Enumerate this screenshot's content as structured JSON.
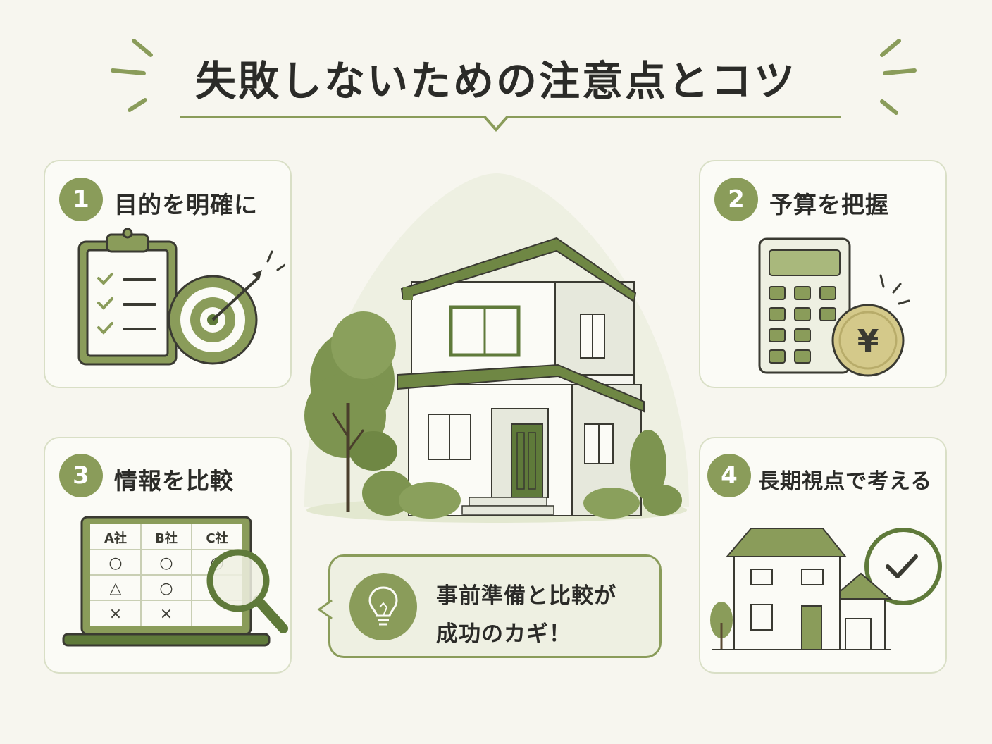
{
  "header": {
    "title": "失敗しないための注意点とコツ"
  },
  "colors": {
    "accent": "#8a9c5a",
    "accent_dark": "#5f7a3a",
    "background": "#f7f6ef",
    "card_border": "#d9dfc6",
    "coin": "#d4c98a"
  },
  "points": [
    {
      "number": "1",
      "label": "目的を明確に",
      "icon": "clipboard-target-icon"
    },
    {
      "number": "2",
      "label": "予算を把握",
      "icon": "calculator-yen-icon"
    },
    {
      "number": "3",
      "label": "情報を比較",
      "icon": "laptop-comparison-icon"
    },
    {
      "number": "4",
      "label": "長期視点で考える",
      "icon": "house-clock-icon"
    }
  ],
  "comparison": {
    "headers": [
      "A社",
      "B社",
      "C社"
    ],
    "rows": [
      [
        "○",
        "○",
        "○"
      ],
      [
        "△",
        "○",
        ""
      ],
      [
        "×",
        "×",
        ""
      ]
    ]
  },
  "coin_symbol": "¥",
  "tip": {
    "line1": "事前準備と比較が",
    "line2": "成功のカギ！",
    "icon": "lightbulb-icon"
  }
}
